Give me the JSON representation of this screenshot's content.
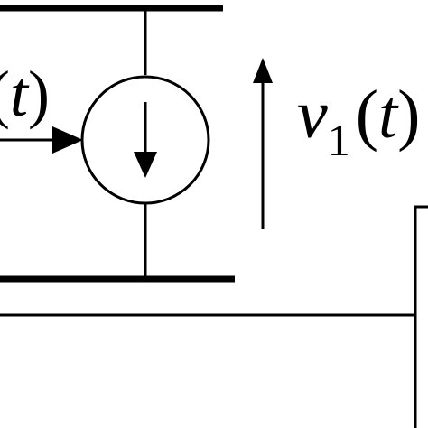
{
  "left_label": {
    "open_paren": "(",
    "variable": "t",
    "close_paren": ")"
  },
  "voltage_label": {
    "symbol": "v",
    "subscript": "1",
    "open_paren": "(",
    "variable": "t",
    "close_paren": ")"
  },
  "colors": {
    "stroke": "#000000",
    "background": "#ffffff"
  }
}
